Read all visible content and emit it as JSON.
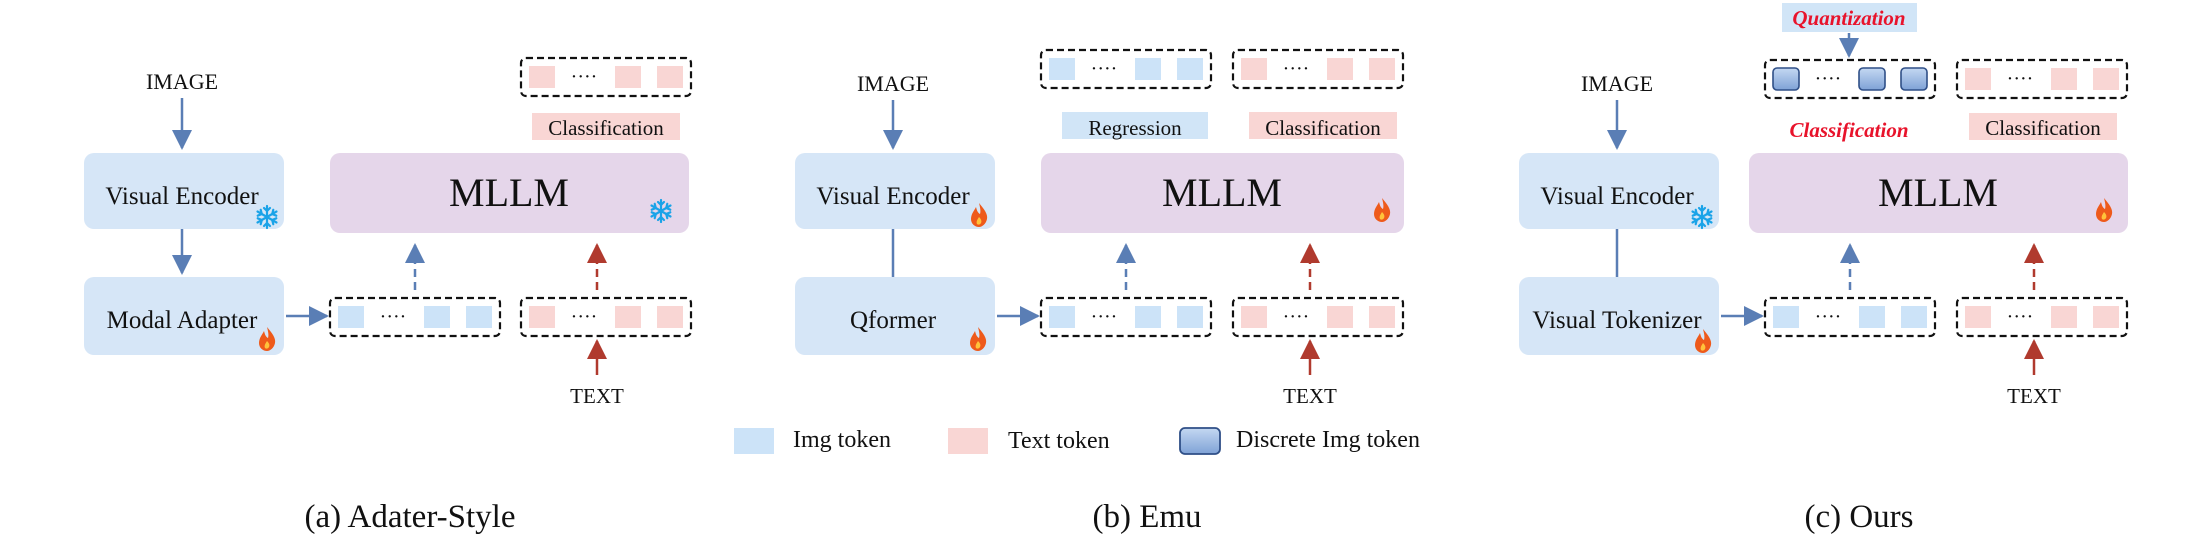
{
  "colors": {
    "img_token": "#cce3f8",
    "text_token": "#f9d6d4",
    "discrete_token": "#9ab8e4",
    "module_box": "#d6e6f7",
    "mllm_box": "#e5d6ea",
    "blue_arrow": "#5a7eb5",
    "red_arrow": "#b03a2e",
    "red_emphasis": "#e8132b",
    "snowflake": "#1aa3e8",
    "fire": "#ee5a1b"
  },
  "panel_a": {
    "image_label": "IMAGE",
    "encoder_label": "Visual Encoder",
    "encoder_icon": "snowflake-icon",
    "adapter_label": "Modal Adapter",
    "adapter_icon": "fire-icon",
    "mllm_label": "MLLM",
    "mllm_icon": "snowflake-icon",
    "output_task": "Classification",
    "text_label": "TEXT",
    "caption": "(a) Adater-Style"
  },
  "panel_b": {
    "image_label": "IMAGE",
    "encoder_label": "Visual Encoder",
    "encoder_icon": "fire-icon",
    "adapter_label": "Qformer",
    "adapter_icon": "fire-icon",
    "mllm_label": "MLLM",
    "mllm_icon": "fire-icon",
    "img_task": "Regression",
    "text_task": "Classification",
    "text_label": "TEXT",
    "caption": "(b) Emu"
  },
  "panel_c": {
    "image_label": "IMAGE",
    "encoder_label": "Visual Encoder",
    "encoder_icon": "snowflake-icon",
    "adapter_label": "Visual Tokenizer",
    "adapter_icon": "fire-icon",
    "mllm_label": "MLLM",
    "mllm_icon": "fire-icon",
    "quantization_label": "Quantization",
    "img_task": "Classification",
    "text_task": "Classification",
    "text_label": "TEXT",
    "caption": "(c) Ours"
  },
  "legend": {
    "img_token": "Img token",
    "text_token": "Text token",
    "discrete_token": "Discrete Img token"
  },
  "token_gap": "····"
}
